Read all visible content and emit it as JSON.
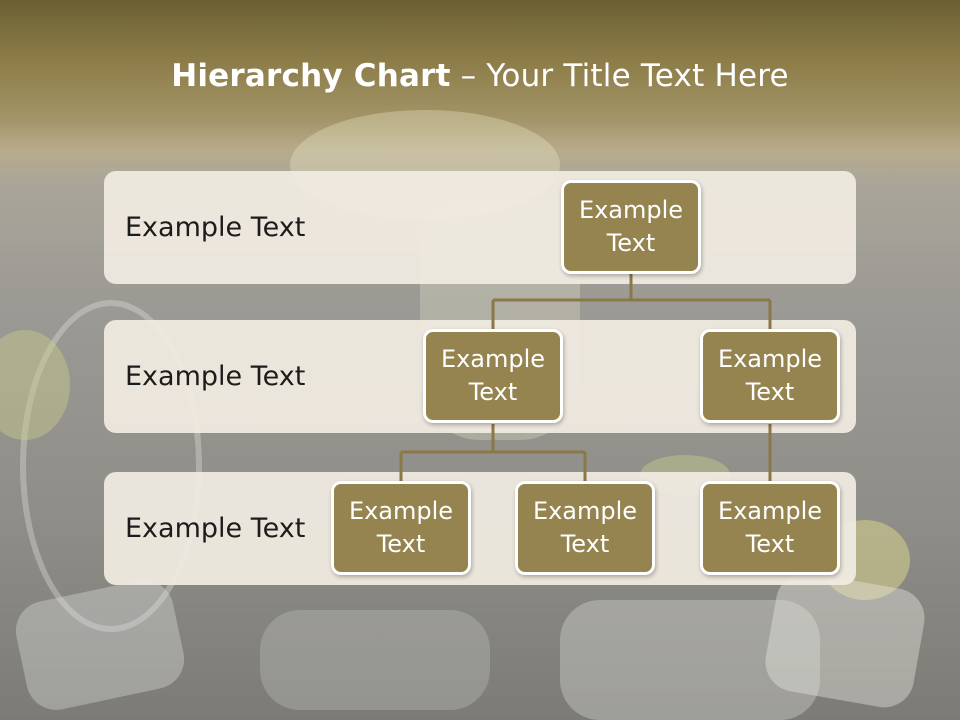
{
  "title": {
    "bold": "Hierarchy Chart",
    "rest": " – Your Title Text Here"
  },
  "levels": [
    {
      "label": "Example Text"
    },
    {
      "label": "Example Text"
    },
    {
      "label": "Example Text"
    }
  ],
  "nodes": {
    "root": "Example Text",
    "level2_left": "Example Text",
    "level2_right": "Example Text",
    "level3_left": "Example Text",
    "level3_middle": "Example Text",
    "level3_right": "Example Text"
  },
  "colors": {
    "node_fill": "#958450",
    "node_border": "#ffffff",
    "connector": "#8a7846",
    "band_fill": "#f1ece2",
    "title_text": "#ffffff"
  }
}
